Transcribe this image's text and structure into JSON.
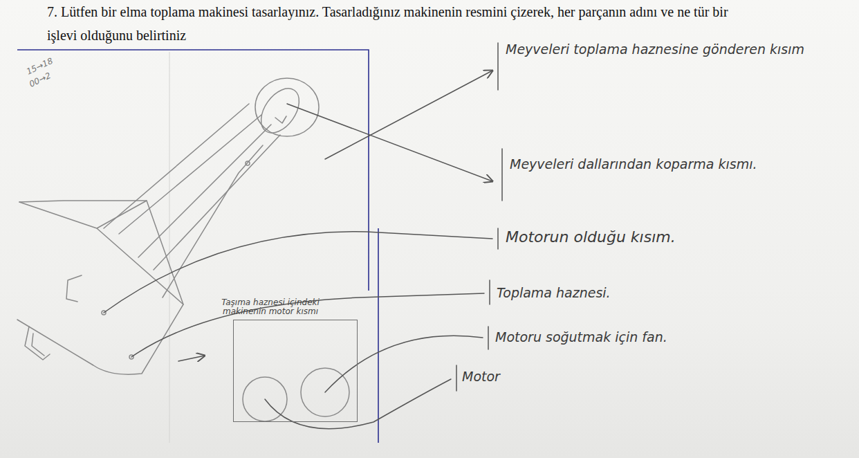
{
  "diagram": {
    "title": "7. Lütfen bir elma toplama makinesi tasarlayınız. Tasarladığınız makinenin resmini çizerek, her parçanın adını ve ne tür bir işlevi olduğunu belirtiniz",
    "nodes": [
      {
        "text": [
          "Taşıma haznesi içindeki makinenin motor kısmı"
        ]
      }
    ],
    "labels": [
      "15→18",
      "00→2",
      "Meyveleri toplama haznesine gönderen kısım",
      "Meyveleri dallarından koparma kısmı.",
      "Motorun olduğu kısım.",
      "Toplama haznesi.",
      "Motoru soğutmak için fan.",
      "Motor"
    ]
  }
}
